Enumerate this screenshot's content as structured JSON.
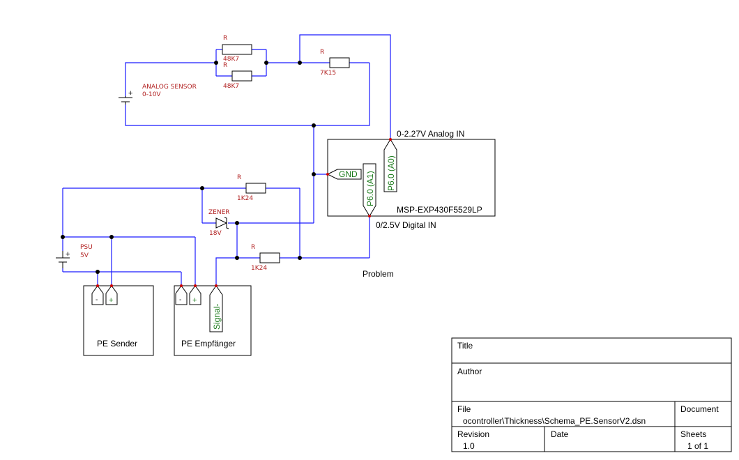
{
  "analog_sensor": {
    "label": "ANALOG SENSOR",
    "range": "0-10V"
  },
  "resistor_top": {
    "ref": "R",
    "value": "48K7"
  },
  "resistor_mid": {
    "ref": "R",
    "value": "48K7"
  },
  "resistor_series": {
    "ref": "R",
    "value": "7K15"
  },
  "resistor_upper": {
    "ref": "R",
    "value": "1K24"
  },
  "resistor_lower": {
    "ref": "R",
    "value": "1K24"
  },
  "zener": {
    "label": "ZENER",
    "value": "18V"
  },
  "psu": {
    "label": "PSU",
    "value": "5V"
  },
  "msp": {
    "name": "MSP-EXP430F5529LP",
    "analog_label": "0-2.27V Analog IN",
    "digital_label": "0/2.5V Digital IN",
    "gnd_pin": "GND",
    "pin_a1": "P6.0 (A1)",
    "pin_a0": "P6.0 (A0)"
  },
  "pe_sender": {
    "name": "PE Sender",
    "pin_minus": "-",
    "pin_plus": "+"
  },
  "pe_receiver": {
    "name": "PE Empfänger",
    "pin_minus": "-",
    "pin_plus": "+",
    "pin_signal": "Signal-"
  },
  "problem_label": "Problem",
  "title_block": {
    "title_label": "Title",
    "author_label": "Author",
    "file_label": "File",
    "file_value": "ocontroller\\Thickness\\Schema_PE.SensorV2.dsn",
    "document_label": "Document",
    "revision_label": "Revision",
    "revision_value": "1.0",
    "date_label": "Date",
    "sheets_label": "Sheets",
    "sheets_value": "1 of 1"
  }
}
